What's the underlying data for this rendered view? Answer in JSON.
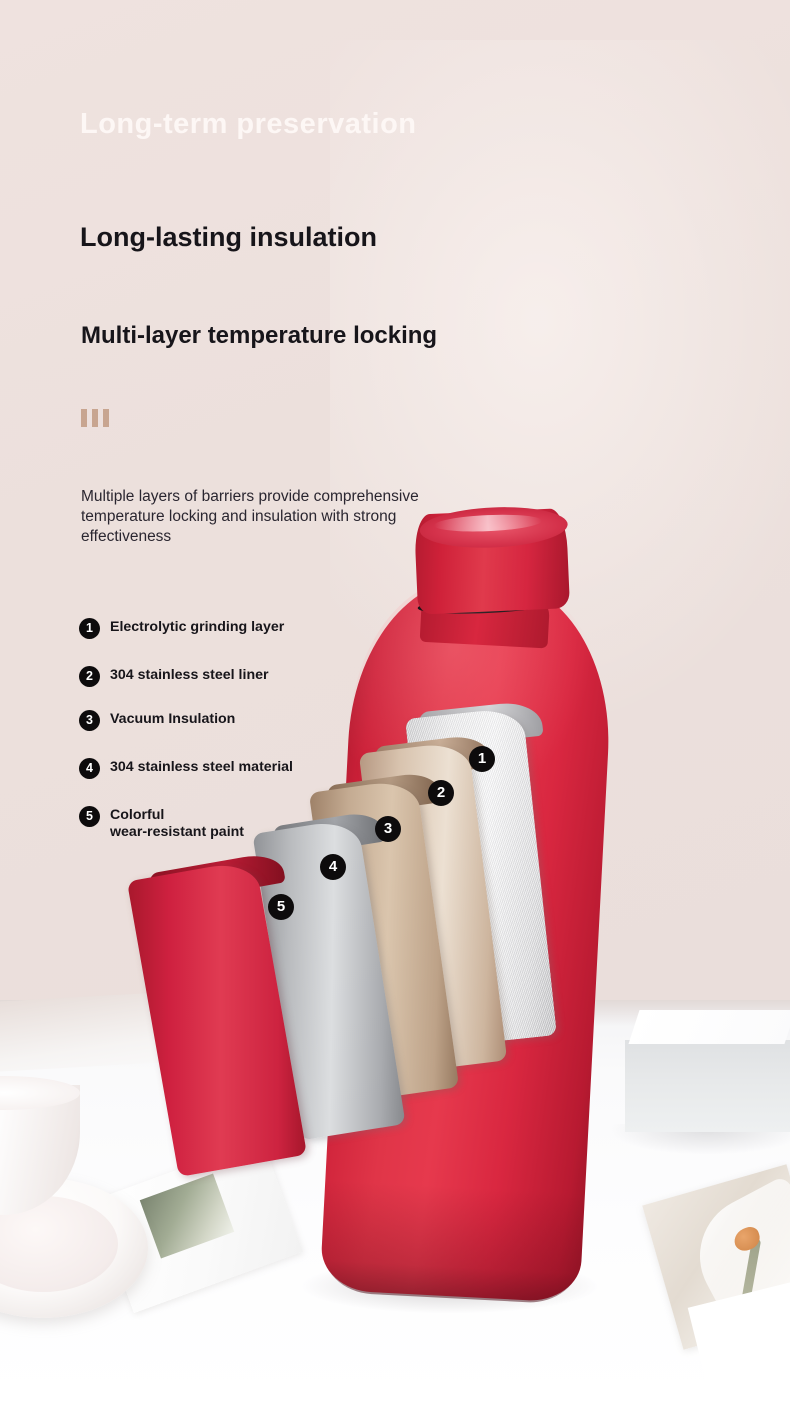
{
  "page": {
    "background_color": "#eee0dd",
    "accent_color": "#c8a590",
    "bottle_color": "#d8273f"
  },
  "header": {
    "eyebrow": "Long-term preservation",
    "heading_1": "Long-lasting insulation",
    "heading_2": "Multi-layer temperature locking"
  },
  "divider": {
    "bar_count": 3,
    "color": "#c8a590"
  },
  "description": {
    "text": "Multiple layers of barriers provide comprehensive temperature locking and insulation with strong effectiveness"
  },
  "legend": {
    "items": [
      {
        "number": "1",
        "label": "Electrolytic grinding layer"
      },
      {
        "number": "2",
        "label": "304 stainless steel liner"
      },
      {
        "number": "3",
        "label": "Vacuum Insulation"
      },
      {
        "number": "4",
        "label": "304 stainless steel material"
      },
      {
        "number": "5",
        "label": "Colorful\nwear-resistant paint"
      }
    ]
  },
  "callouts": {
    "items": [
      {
        "number": "1",
        "layer": "electrolytic-grinding-layer",
        "color": "#e3e3e5"
      },
      {
        "number": "2",
        "layer": "304-stainless-steel-liner",
        "color": "#d8c3ae"
      },
      {
        "number": "3",
        "layer": "vacuum-insulation",
        "color": "#c4ab92"
      },
      {
        "number": "4",
        "layer": "304-stainless-steel-material",
        "color": "#b9bbbe"
      },
      {
        "number": "5",
        "layer": "colorful-wear-resistant-paint",
        "color": "#cf2140"
      }
    ]
  },
  "product": {
    "name": "insulated-water-bottle",
    "body_color": "#d8273f",
    "cap_color": "#cf2139",
    "seal_color": "#1b1417"
  },
  "scene": {
    "surface": "white-table",
    "props": [
      "coffee-cup",
      "saucer",
      "magazine",
      "white-riser-box",
      "floral-photo"
    ]
  }
}
